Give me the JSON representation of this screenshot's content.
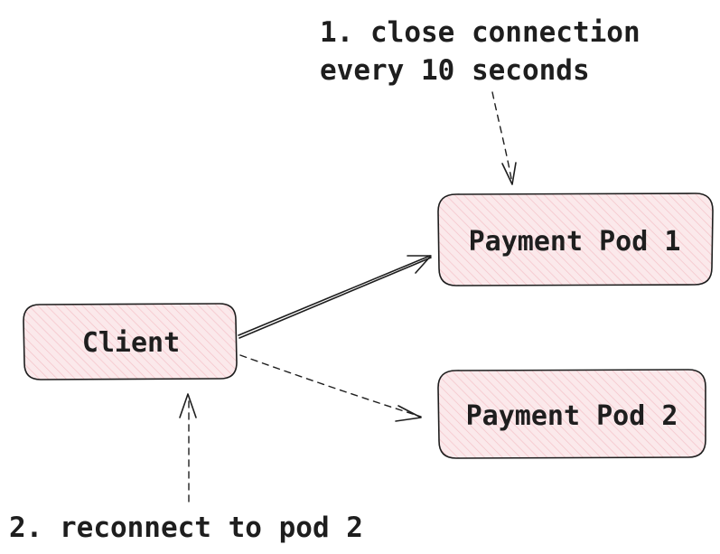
{
  "nodes": {
    "client": {
      "label": "Client"
    },
    "pod1": {
      "label": "Payment Pod 1"
    },
    "pod2": {
      "label": "Payment Pod 2"
    }
  },
  "notes": {
    "step1": {
      "line1": "1. close connection",
      "line2": "every 10 seconds"
    },
    "step2": {
      "line1": "2. reconnect to pod 2"
    }
  },
  "colors": {
    "box_fill": "#fbe9eb",
    "hatch_stroke": "#f4c2c8",
    "stroke": "#1e1e1e"
  }
}
